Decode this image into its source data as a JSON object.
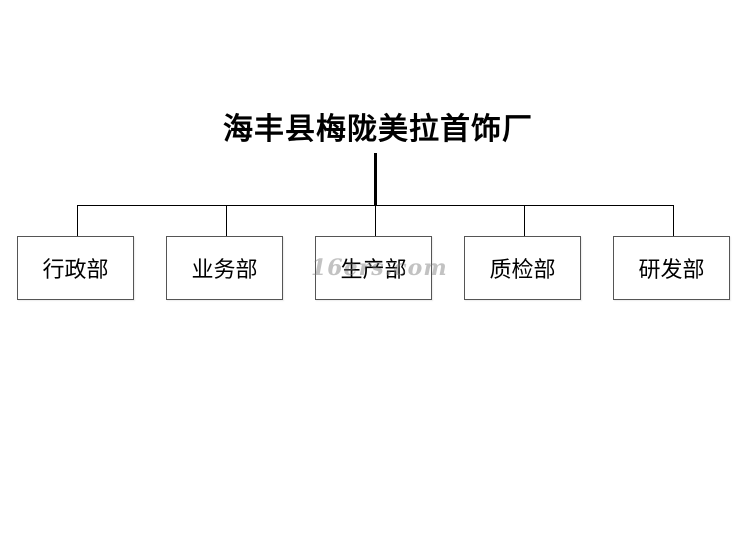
{
  "chart": {
    "title": "海丰县梅陇美拉首饰厂",
    "departments": [
      "行政部",
      "业务部",
      "生产部",
      "质检部",
      "研发部"
    ]
  },
  "watermark": "16ers.com"
}
